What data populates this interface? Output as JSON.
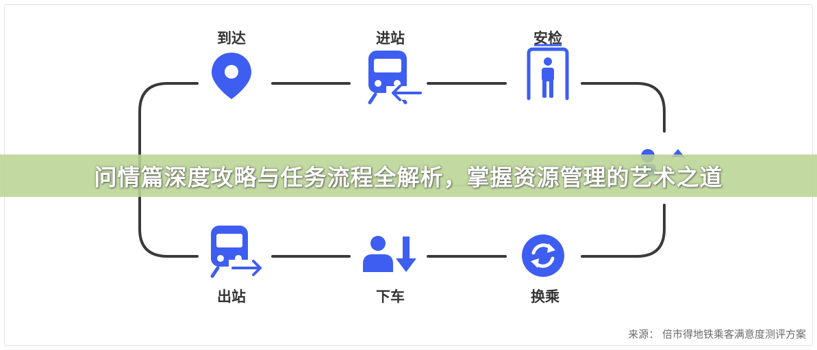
{
  "steps": {
    "arrive": "到达",
    "enter": "进站",
    "security": "安检",
    "exit": "出站",
    "alight": "下车",
    "transfer": "换乘"
  },
  "source_note": "来源：  倍市得地铁乘客满意度测评方案",
  "headline": "问情篇深度攻略与任务流程全解析，掌握资源管理的艺术之道",
  "colors": {
    "icon_blue": "#3d5ef0",
    "loop_line": "#3a3a3a",
    "banner_green": "#b9d494"
  },
  "icons": [
    "location-pin-icon",
    "train-enter-icon",
    "security-gate-icon",
    "boarding-icon",
    "train-exit-icon",
    "alight-icon",
    "transfer-icon"
  ]
}
